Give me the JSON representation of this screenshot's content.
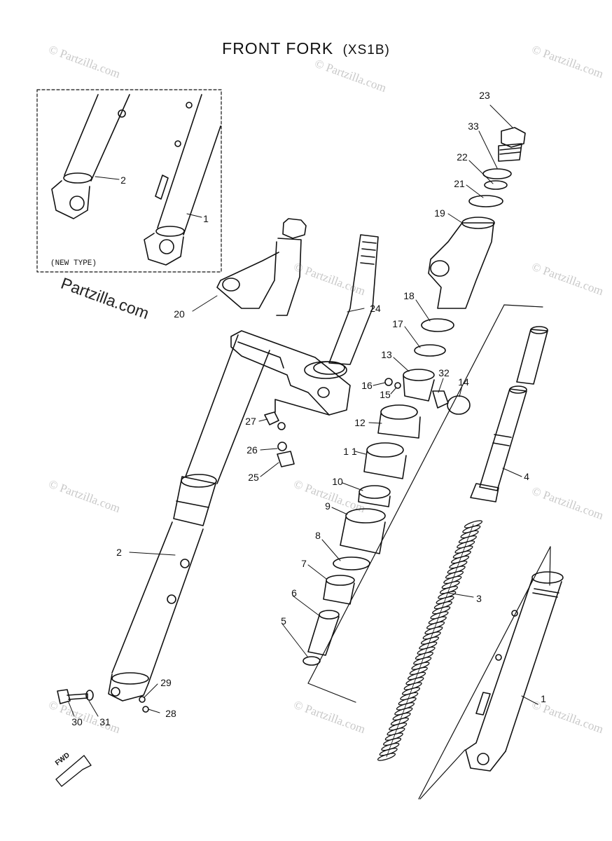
{
  "title": "FRONT FORK",
  "model": "(XS1B)",
  "inset_label": "(NEW TYPE)",
  "watermark": "© Partzilla.com",
  "watermark_logo": "Partzilla.com",
  "fwd_label": "FWD",
  "callouts": {
    "c23": "23",
    "c33": "33",
    "c22": "22",
    "c21": "21",
    "c19": "19",
    "c2a": "2",
    "c1a": "1",
    "c20": "20",
    "c24": "24",
    "c18": "18",
    "c17": "17",
    "c13": "13",
    "c16": "16",
    "c15": "15",
    "c32": "32",
    "c14": "14",
    "c27": "27",
    "c12": "12",
    "c26": "26",
    "c11": "1 1",
    "c25": "25",
    "c4": "4",
    "c10": "10",
    "c9": "9",
    "c2b": "2",
    "c8": "8",
    "c7": "7",
    "c3": "3",
    "c6": "6",
    "c5": "5",
    "c29": "29",
    "c1b": "1",
    "c30": "30",
    "c31": "31",
    "c28": "28"
  }
}
